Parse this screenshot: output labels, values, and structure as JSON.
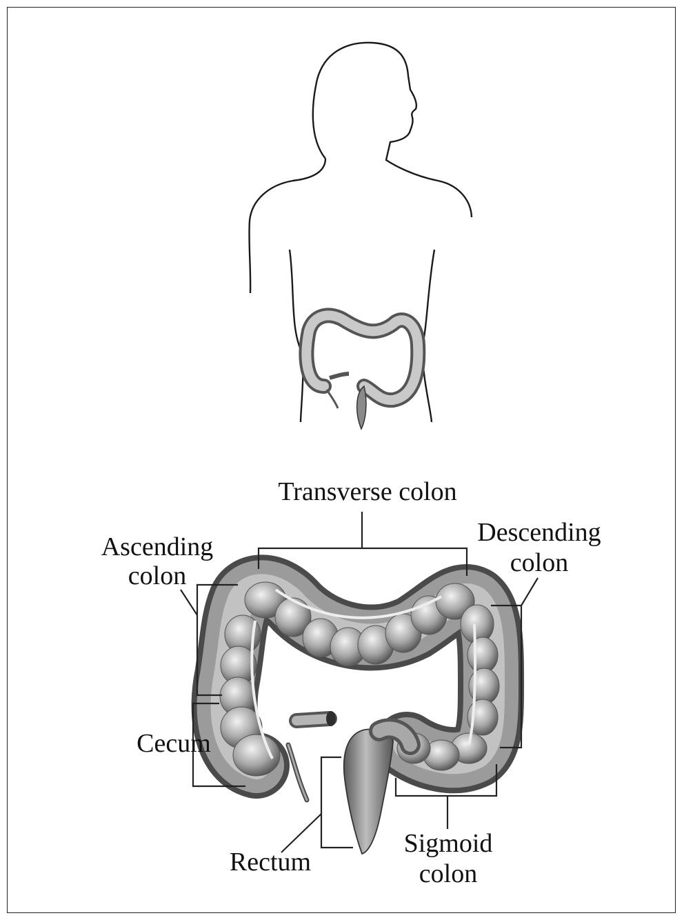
{
  "labels": {
    "transverse": "Transverse colon",
    "ascending_1": "Ascending",
    "ascending_2": "colon",
    "descending_1": "Descending",
    "descending_2": "colon",
    "cecum": "Cecum",
    "rectum": "Rectum",
    "sigmoid_1": "Sigmoid",
    "sigmoid_2": "colon"
  },
  "colors": {
    "ink": "#111111",
    "colon_light": "#d8d8d8",
    "colon_mid": "#9a9a9a",
    "colon_dark": "#4a4a4a"
  }
}
